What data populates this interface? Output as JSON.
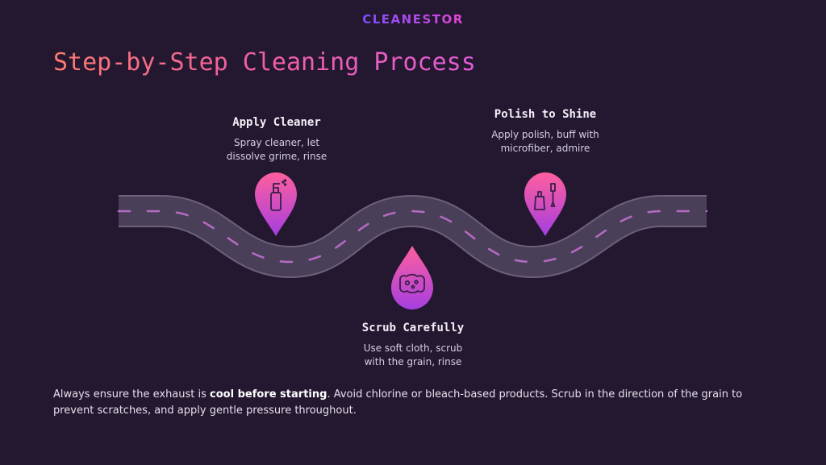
{
  "brand": {
    "name": "CLEANESTOR"
  },
  "page_title": "Step-by-Step Cleaning Process",
  "steps": [
    {
      "title": "Apply Cleaner",
      "description": "Spray cleaner, let dissolve grime, rinse",
      "icon": "spray-bottle-icon"
    },
    {
      "title": "Scrub Carefully",
      "description": "Use soft cloth, scrub with the grain, rinse",
      "icon": "sponge-icon"
    },
    {
      "title": "Polish to Shine",
      "description": "Apply polish, buff with microfiber, admire",
      "icon": "polish-bottle-icon"
    }
  ],
  "footer": {
    "pre": "Always ensure the exhaust is ",
    "bold": "cool before starting",
    "post": ". Avoid chlorine or bleach-based products. Scrub in the direction of the grain to prevent scratches, and apply gentle pressure throughout."
  },
  "colors": {
    "background": "#231830",
    "road": "#4a3f58",
    "road_edge": "#6c6079",
    "dash": "#b56bc4",
    "pin_top": "#ff5f9e",
    "pin_bottom": "#a53ee0"
  }
}
